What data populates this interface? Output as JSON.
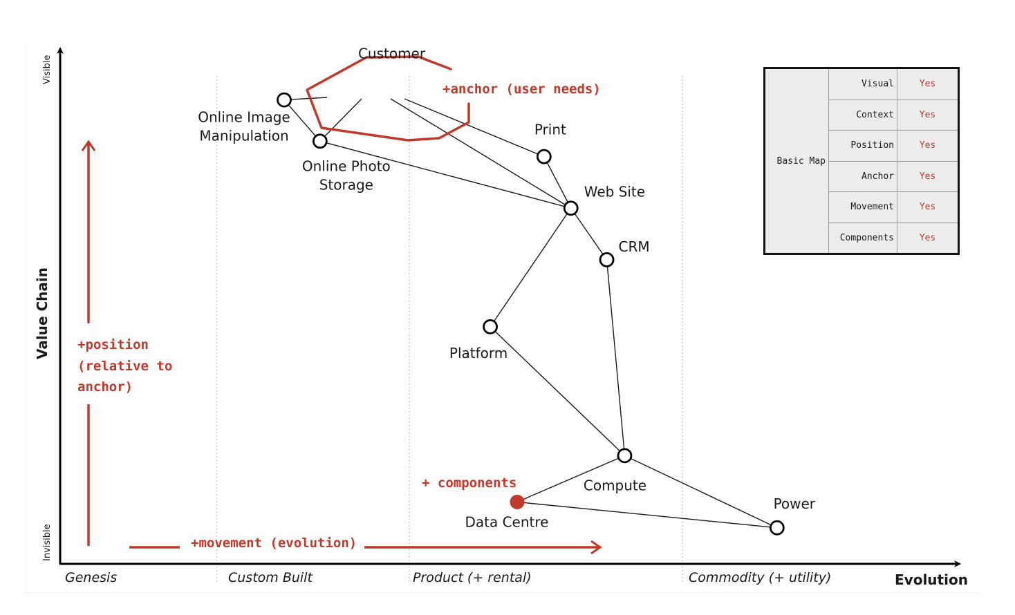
{
  "diagram": {
    "type": "wardley-map",
    "y_axis": {
      "title": "Value Chain",
      "top_label": "Visible",
      "bottom_label": "Invisible"
    },
    "x_axis": {
      "title": "Evolution",
      "stages": [
        "Genesis",
        "Custom Built",
        "Product (+ rental)",
        "Commodity (+ utility)"
      ]
    },
    "components": [
      {
        "id": "customer",
        "name": "Customer",
        "evolution": 0.37,
        "visibility": 0.97,
        "style": "anchor"
      },
      {
        "id": "image_manipulation",
        "name": "Online Image\nManipulation",
        "evolution": 0.25,
        "visibility": 0.9,
        "style": "open"
      },
      {
        "id": "photo_storage",
        "name": "Online Photo\nStorage",
        "evolution": 0.29,
        "visibility": 0.82,
        "style": "open"
      },
      {
        "id": "print",
        "name": "Print",
        "evolution": 0.54,
        "visibility": 0.79,
        "style": "open"
      },
      {
        "id": "web_site",
        "name": "Web Site",
        "evolution": 0.57,
        "visibility": 0.69,
        "style": "open"
      },
      {
        "id": "crm",
        "name": "CRM",
        "evolution": 0.61,
        "visibility": 0.59,
        "style": "open"
      },
      {
        "id": "platform",
        "name": "Platform",
        "evolution": 0.48,
        "visibility": 0.46,
        "style": "open"
      },
      {
        "id": "compute",
        "name": "Compute",
        "evolution": 0.63,
        "visibility": 0.21,
        "style": "open"
      },
      {
        "id": "data_centre",
        "name": "Data Centre",
        "evolution": 0.51,
        "visibility": 0.12,
        "style": "new"
      },
      {
        "id": "power",
        "name": "Power",
        "evolution": 0.8,
        "visibility": 0.07,
        "style": "open"
      }
    ],
    "links": [
      [
        "customer",
        "image_manipulation"
      ],
      [
        "customer",
        "photo_storage"
      ],
      [
        "customer",
        "web_site"
      ],
      [
        "customer",
        "print"
      ],
      [
        "image_manipulation",
        "photo_storage"
      ],
      [
        "photo_storage",
        "web_site"
      ],
      [
        "print",
        "web_site"
      ],
      [
        "web_site",
        "crm"
      ],
      [
        "web_site",
        "platform"
      ],
      [
        "crm",
        "compute"
      ],
      [
        "platform",
        "compute"
      ],
      [
        "compute",
        "data_centre"
      ],
      [
        "compute",
        "power"
      ],
      [
        "data_centre",
        "power"
      ]
    ],
    "annotations": {
      "anchor": "+anchor (user needs)",
      "position_lines": [
        "+position",
        "(relative to",
        "anchor)"
      ],
      "movement": "+movement (evolution)",
      "components": "+ components"
    },
    "colors": {
      "annotation": "#c0392b",
      "ink": "#1a1a1a"
    }
  },
  "legend": {
    "group": "Basic Map",
    "rows": [
      {
        "property": "Visual",
        "value": "Yes"
      },
      {
        "property": "Context",
        "value": "Yes"
      },
      {
        "property": "Position",
        "value": "Yes"
      },
      {
        "property": "Anchor",
        "value": "Yes"
      },
      {
        "property": "Movement",
        "value": "Yes"
      },
      {
        "property": "Components",
        "value": "Yes"
      }
    ]
  }
}
